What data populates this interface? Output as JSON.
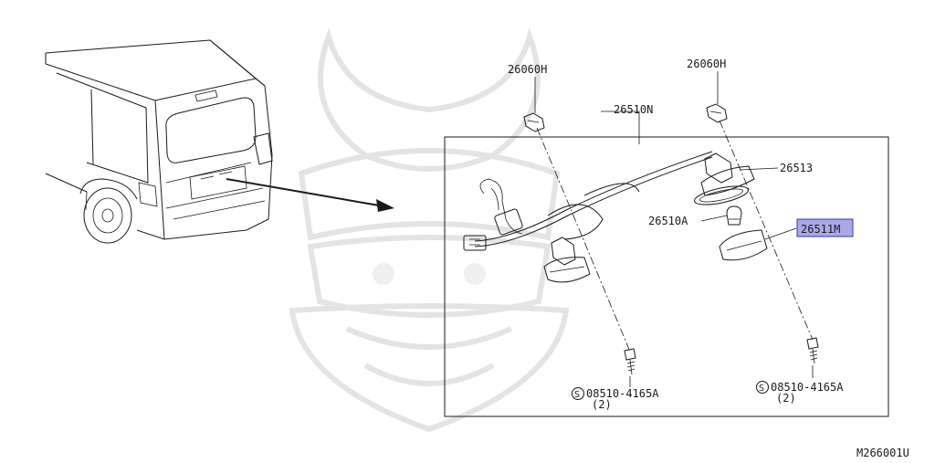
{
  "parts": {
    "clip_left": "26060H",
    "clip_right": "26060H",
    "assembly": "26510N",
    "gasket": "26513",
    "bulb": "26510A",
    "lamp_highlighted": "26511M",
    "screw_left": "08510-4165A",
    "screw_left_qty": "(2)",
    "screw_right": "08510-4165A",
    "screw_right_qty": "(2)",
    "screw_symbol": "S"
  },
  "diagram_code": "M266001U",
  "colors": {
    "highlight_fill": "#a9a9e8",
    "highlight_border": "#3a3a9a",
    "line": "#1a1a1a",
    "watermark": "#e4e4e4"
  }
}
